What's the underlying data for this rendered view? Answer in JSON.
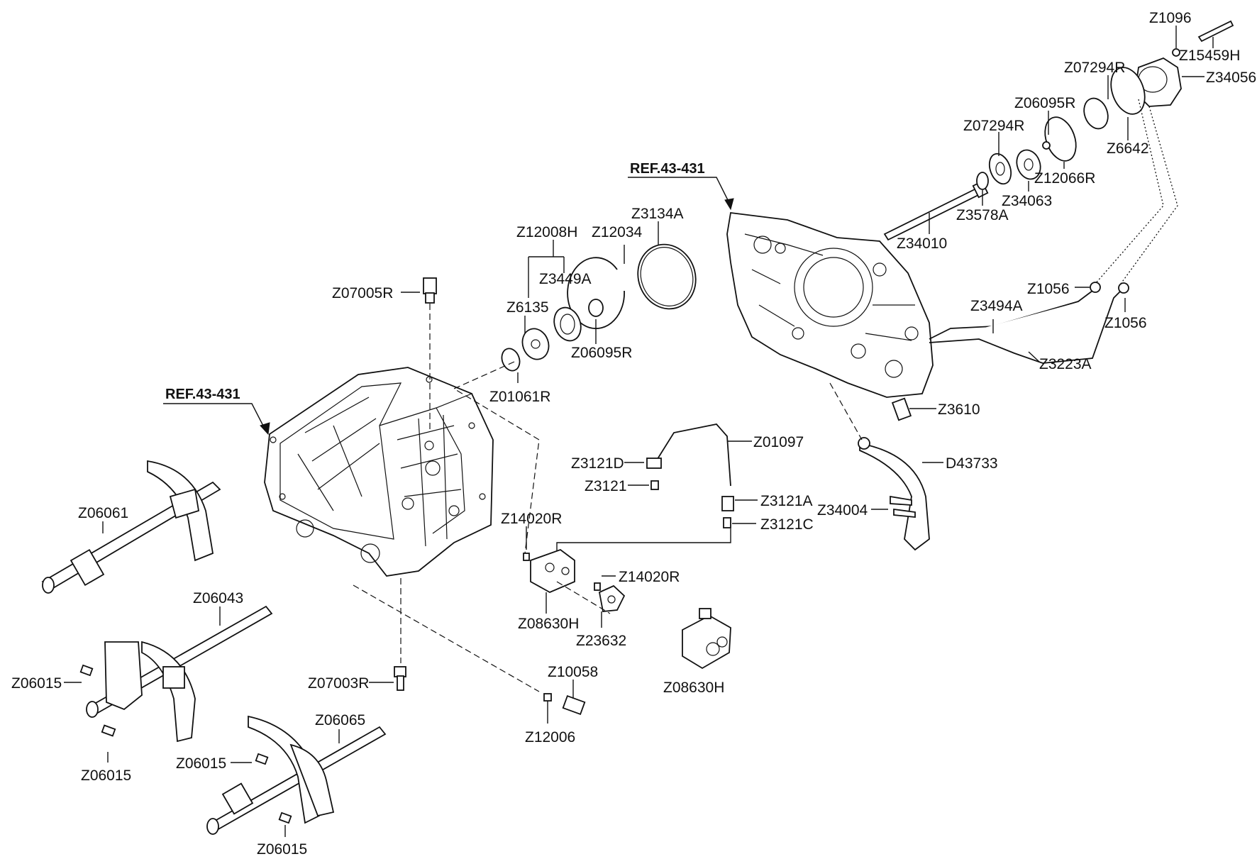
{
  "diagram": {
    "refs": [
      "REF.43-431",
      "REF.43-431"
    ],
    "labels": {
      "z1096": "Z1096",
      "z15459h": "Z15459H",
      "z34056": "Z34056",
      "z07294r_top": "Z07294R",
      "z06095r_top": "Z06095R",
      "z07294r": "Z07294R",
      "z6642": "Z6642",
      "z12066r": "Z12066R",
      "z34063": "Z34063",
      "z3578a": "Z3578A",
      "z34010": "Z34010",
      "z3134a": "Z3134A",
      "z12008h": "Z12008H",
      "z12034": "Z12034",
      "z3449a": "Z3449A",
      "z6135": "Z6135",
      "z06095r": "Z06095R",
      "z01061r": "Z01061R",
      "z07005r": "Z07005R",
      "z1056_a": "Z1056",
      "z1056_b": "Z1056",
      "z3494a": "Z3494A",
      "z3223a": "Z3223A",
      "z3610": "Z3610",
      "d43733": "D43733",
      "z34004": "Z34004",
      "z01097": "Z01097",
      "z3121d": "Z3121D",
      "z3121": "Z3121",
      "z3121a": "Z3121A",
      "z3121c": "Z3121C",
      "z14020r_a": "Z14020R",
      "z14020r_b": "Z14020R",
      "z08630h_a": "Z08630H",
      "z23632": "Z23632",
      "z08630h_b": "Z08630H",
      "z10058": "Z10058",
      "z12006": "Z12006",
      "z07003r": "Z07003R",
      "z06061": "Z06061",
      "z06043": "Z06043",
      "z06015_a": "Z06015",
      "z06015_b": "Z06015",
      "z06015_c": "Z06015",
      "z06015_d": "Z06015",
      "z06065": "Z06065"
    }
  }
}
